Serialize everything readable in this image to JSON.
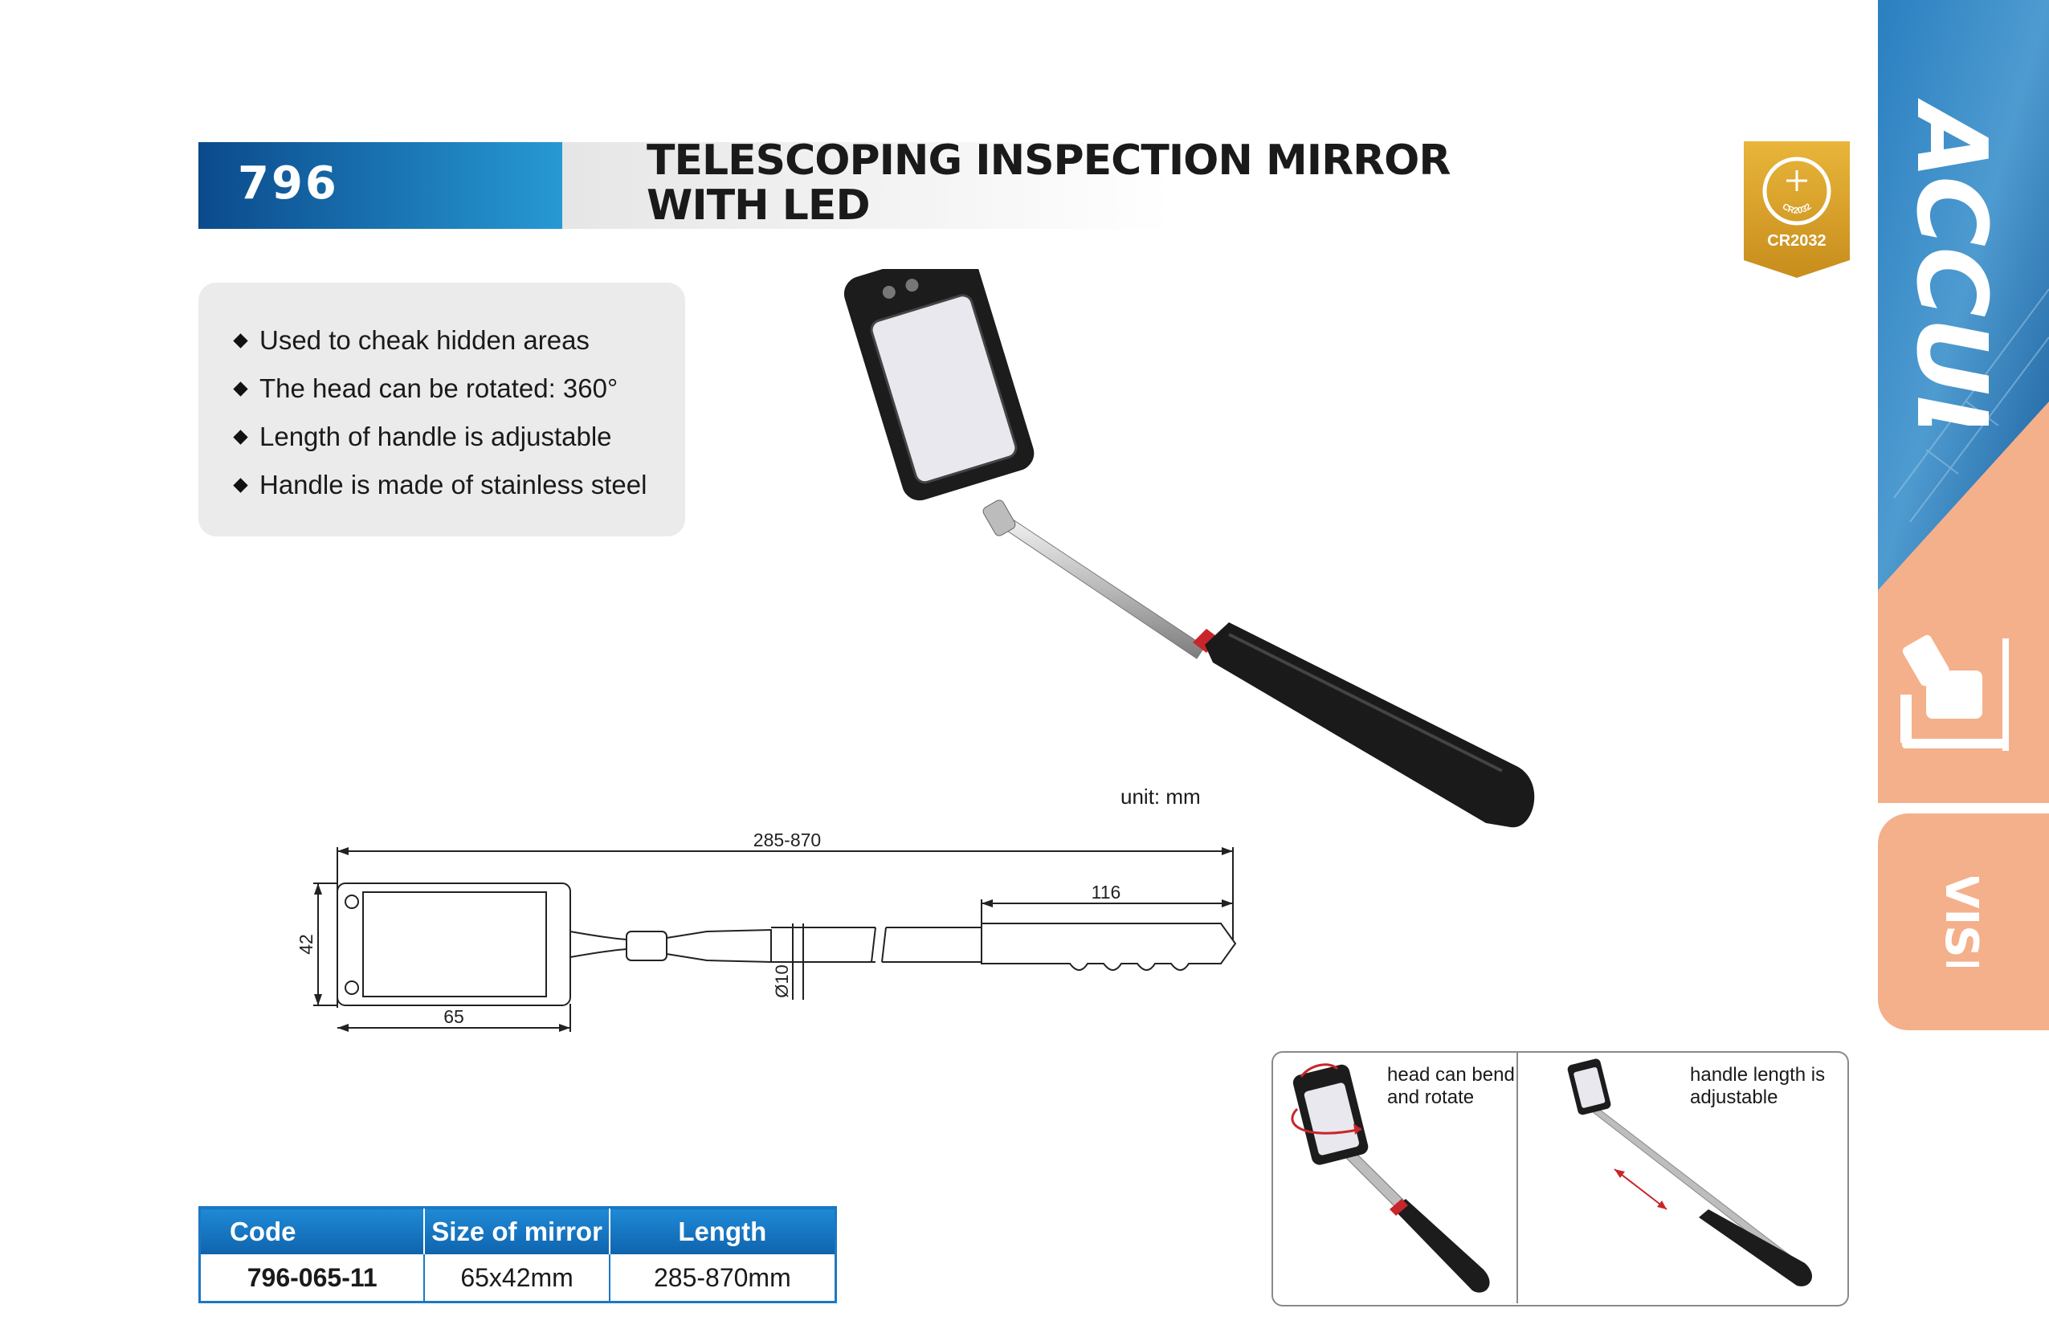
{
  "header": {
    "model": "796",
    "title_line1": "TELESCOPING INSPECTION MIRROR",
    "title_line2": "WITH LED"
  },
  "features": [
    "Used to cheak hidden areas",
    "The head can be rotated: 360°",
    "Length of handle is adjustable",
    "Handle is made of stainless steel"
  ],
  "badge": {
    "label": "CR2032",
    "inner_label": "CR2032"
  },
  "brand": {
    "logo_text": "ACCUD",
    "section": "VISION"
  },
  "drawing": {
    "unit": "unit: mm",
    "total_length": "285-870",
    "handle_length": "116",
    "mirror_width": "65",
    "mirror_height": "42",
    "tube_diameter": "Ø10"
  },
  "table": {
    "headers": [
      "Code",
      "Size of mirror",
      "Length"
    ],
    "rows": [
      [
        "796-065-11",
        "65x42mm",
        "285-870mm"
      ]
    ]
  },
  "feature_panels": {
    "panel1": "head can bend and rotate",
    "panel2": "handle length is adjustable"
  },
  "colors": {
    "blue_dark": "#0d4f94",
    "blue_light": "#1f92d4",
    "orange": "#f4b08a",
    "gold": "#d8a12a"
  }
}
